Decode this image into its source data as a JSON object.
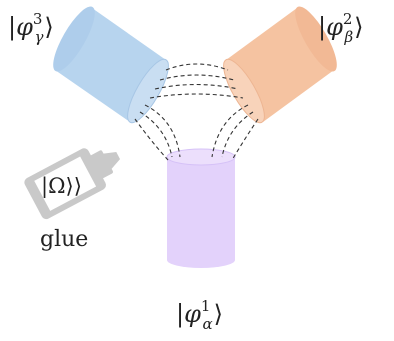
{
  "states": {
    "gamma": {
      "bar": "|",
      "symbol": "φ",
      "sup": "3",
      "sub": "γ",
      "close": "⟩"
    },
    "beta": {
      "bar": "|",
      "symbol": "φ",
      "sup": "2",
      "sub": "β",
      "close": "⟩"
    },
    "alpha": {
      "bar": "|",
      "symbol": "φ",
      "sup": "1",
      "sub": "α",
      "close": "⟩"
    }
  },
  "glue": {
    "ket_bar": "|",
    "ket_symbol": "Ω",
    "ket_close": "⟩⟩",
    "label": "glue"
  },
  "colors": {
    "gamma_cylinder": "#b7d4ee",
    "beta_cylinder": "#f5c3a1",
    "alpha_cylinder": "#e3d2fb",
    "glue_bottle": "#c9c9c9",
    "wire": "#333333"
  }
}
